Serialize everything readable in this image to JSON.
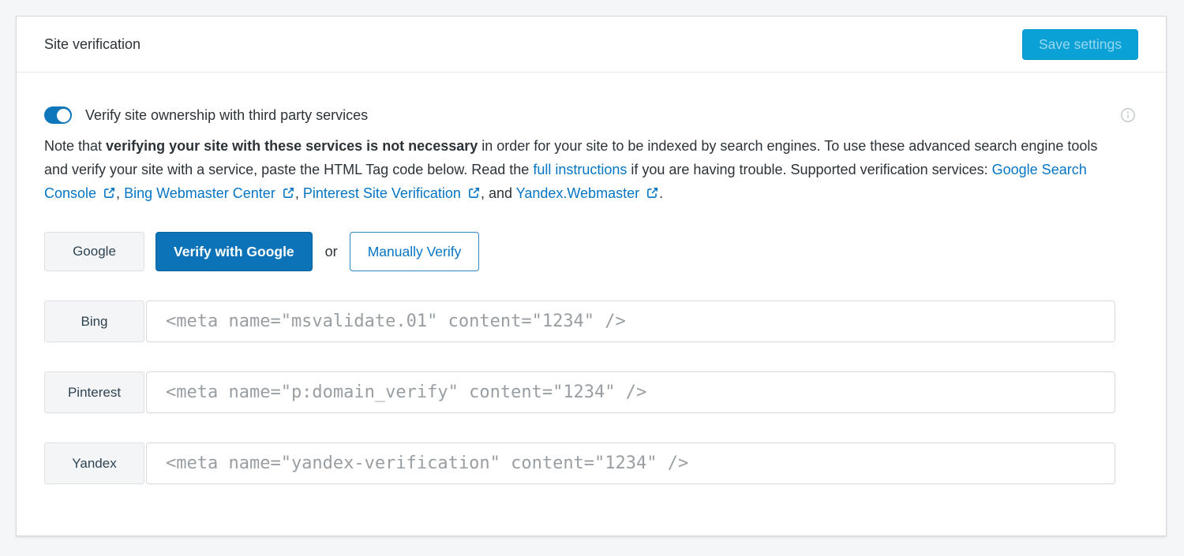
{
  "header": {
    "title": "Site verification",
    "save_button_label": "Save settings"
  },
  "toggle": {
    "label": "Verify site ownership with third party services",
    "state_on": true
  },
  "description": {
    "note_prefix": "Note that ",
    "bold_text": "verifying your site with these services is not necessary",
    "after_bold": " in order for your site to be indexed by search engines. To use these advanced search engine tools and verify your site with a service, paste the HTML Tag code below. Read the ",
    "full_instructions_label": "full instructions",
    "after_instructions": " if you are having trouble. Supported verification services: ",
    "services": [
      {
        "label": "Google Search Console"
      },
      {
        "label": "Bing Webmaster Center"
      },
      {
        "label": "Pinterest Site Verification"
      },
      {
        "label": "Yandex.Webmaster"
      }
    ],
    "separator_1": ", ",
    "separator_2": ", ",
    "separator_3": ", and ",
    "period": "."
  },
  "google_row": {
    "label": "Google",
    "verify_button_label": "Verify with Google",
    "or_text": "or",
    "manual_button_label": "Manually Verify"
  },
  "service_rows": [
    {
      "service": "Bing",
      "value": "",
      "placeholder": "<meta name=\"msvalidate.01\" content=\"1234\" />"
    },
    {
      "service": "Pinterest",
      "value": "",
      "placeholder": "<meta name=\"p:domain_verify\" content=\"1234\" />"
    },
    {
      "service": "Yandex",
      "value": "",
      "placeholder": "<meta name=\"yandex-verification\" content=\"1234\" />"
    }
  ],
  "icons": {
    "info": "info-icon",
    "external_link": "external-link-icon"
  },
  "colors": {
    "link_blue": "#0675c4",
    "toggle_on": "#0e76ba",
    "save_button_bg": "#0aa1d6",
    "verify_button_bg": "#0c73b8"
  }
}
